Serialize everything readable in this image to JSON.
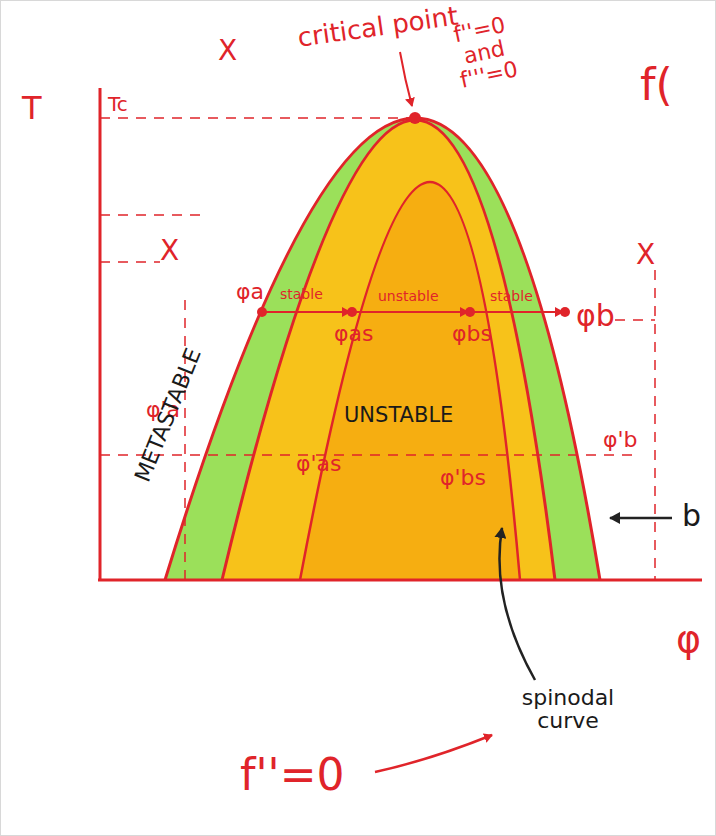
{
  "diagram": {
    "labels": [
      "T",
      "Tc",
      "X",
      "critical point",
      "f''=0 and f'''=0",
      "f(",
      "X",
      "X",
      "φa",
      "stable",
      "unstable",
      "stable",
      "φb",
      "φas",
      "φbs",
      "φ'a",
      "φ'b",
      "METASTABLE",
      "UNSTABLE",
      "φ'as",
      "φ'bs",
      "b",
      "φ",
      "spinodal curve",
      "f''=0"
    ]
  }
}
